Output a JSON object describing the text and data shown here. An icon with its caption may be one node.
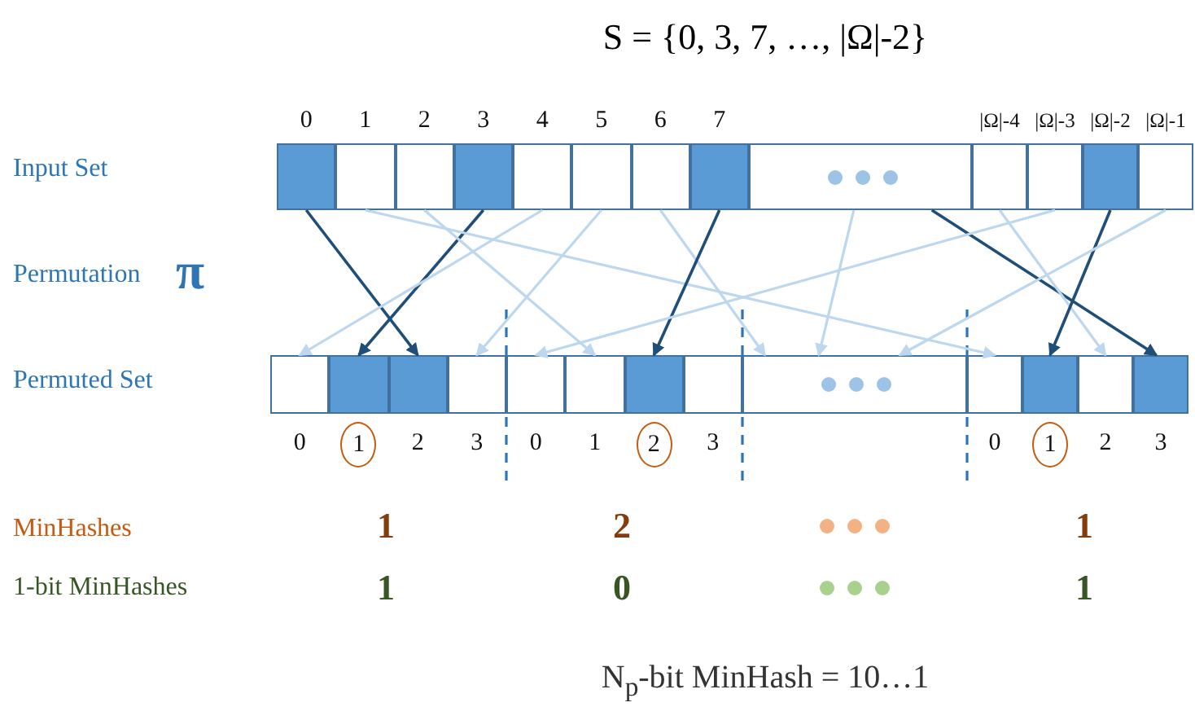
{
  "diagram": {
    "title": "S = {0, 3, 7, …, |Ω|-2}",
    "caption": "N$_{p}$-bit MinHash = 10…1",
    "nodes": [
      {
        "text": [],
        "shape": "box",
        "beside": [
          "0"
        ]
      },
      {
        "text": [],
        "shape": "box",
        "beside": [
          "1"
        ]
      },
      {
        "text": [],
        "shape": "box",
        "beside": [
          "2"
        ]
      },
      {
        "text": [],
        "shape": "box",
        "beside": [
          "3"
        ]
      },
      {
        "text": [],
        "shape": "box",
        "beside": [
          "4"
        ]
      },
      {
        "text": [],
        "shape": "box",
        "beside": [
          "5"
        ]
      },
      {
        "text": [],
        "shape": "box",
        "beside": [
          "6"
        ]
      },
      {
        "text": [],
        "shape": "box",
        "beside": [
          "7"
        ]
      },
      {
        "text": [],
        "shape": "box"
      },
      {
        "text": [],
        "shape": "box",
        "beside": [
          "|Ω|-4"
        ]
      },
      {
        "text": [],
        "shape": "box",
        "beside": [
          "|Ω|-3"
        ]
      },
      {
        "text": [],
        "shape": "box",
        "beside": [
          "|Ω|-2"
        ]
      },
      {
        "text": [],
        "shape": "box",
        "beside": [
          "|Ω|-1"
        ]
      },
      {
        "text": [],
        "shape": "box",
        "beside": [
          "0"
        ]
      },
      {
        "text": [],
        "shape": "box",
        "beside": [
          "1"
        ]
      },
      {
        "text": [],
        "shape": "box",
        "beside": [
          "2"
        ]
      },
      {
        "text": [],
        "shape": "box",
        "beside": [
          "3"
        ]
      },
      {
        "text": [],
        "shape": "box",
        "beside": [
          "0"
        ]
      },
      {
        "text": [],
        "shape": "box",
        "beside": [
          "1"
        ]
      },
      {
        "text": [],
        "shape": "box",
        "beside": [
          "2"
        ]
      },
      {
        "text": [],
        "shape": "box",
        "beside": [
          "3"
        ]
      },
      {
        "text": [],
        "shape": "box"
      },
      {
        "text": [],
        "shape": "box",
        "beside": [
          "0"
        ]
      },
      {
        "text": [],
        "shape": "box",
        "beside": [
          "1"
        ]
      },
      {
        "text": [],
        "shape": "box",
        "beside": [
          "2"
        ]
      },
      {
        "text": [],
        "shape": "box",
        "beside": [
          "3"
        ]
      }
    ],
    "edges": [
      {
        "from": 0,
        "to": 15,
        "arrow": "to",
        "color": "#1f4e79"
      },
      {
        "from": 3,
        "to": 14,
        "arrow": "to",
        "color": "#1f4e79"
      },
      {
        "from": 1,
        "to": 22,
        "arrow": "to"
      },
      {
        "from": 2,
        "to": 18,
        "arrow": "to"
      },
      {
        "from": 4,
        "to": 13,
        "arrow": "to"
      },
      {
        "from": 5,
        "to": 16,
        "arrow": "to"
      },
      {
        "from": 6,
        "to": 21,
        "arrow": "to"
      },
      {
        "from": 7,
        "to": 19,
        "arrow": "to",
        "color": "#1f4e79"
      },
      {
        "from": 8,
        "to": 21,
        "arrow": "to"
      },
      {
        "from": 8,
        "to": 25,
        "arrow": "to",
        "color": "#1f4e79"
      },
      {
        "from": 9,
        "to": 24,
        "arrow": "to"
      },
      {
        "from": 10,
        "to": 17,
        "arrow": "to"
      },
      {
        "from": 11,
        "to": 23,
        "arrow": "to",
        "color": "#1f4e79"
      },
      {
        "from": 12,
        "to": 21,
        "arrow": "to"
      }
    ],
    "labels": [
      "Input Set",
      "Permutation",
      "π",
      "Permuted Set",
      "MinHashes",
      "1",
      "2",
      "1",
      "1-bit MinHashes",
      "1",
      "0",
      "1"
    ]
  }
}
